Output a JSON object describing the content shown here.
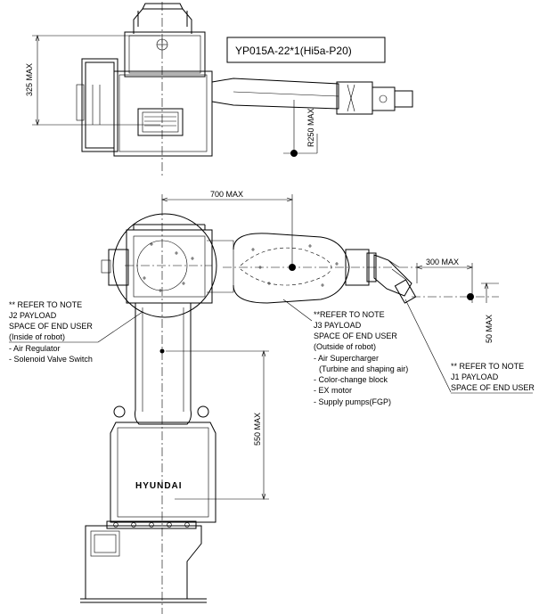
{
  "model_label": "YP015A-22*1(Hi5a-P20)",
  "dimensions": {
    "top_325": "325 MAX",
    "top_r250": "R250 MAX",
    "front_700": "700 MAX",
    "front_300": "300 MAX",
    "front_50": "50 MAX",
    "front_550": "550 MAX"
  },
  "notes": {
    "j2": {
      "lines": [
        "** REFER TO NOTE",
        "J2 PAYLOAD",
        "SPACE OF END USER",
        "(Inside of robot)"
      ],
      "items": [
        "- Air Regulator",
        "- Solenoid Valve Switch"
      ]
    },
    "j3": {
      "lines": [
        "**REFER TO NOTE",
        "J3 PAYLOAD",
        "SPACE OF END USER",
        "(Outside of robot)"
      ],
      "items": [
        "- Air Supercharger",
        "(Turbine and shaping air)",
        "- Color-change block",
        "- EX motor",
        "- Supply pumps(FGP)"
      ]
    },
    "j1": {
      "lines": [
        "** REFER TO NOTE",
        "J1 PAYLOAD",
        "SPACE OF END USER"
      ]
    }
  },
  "brand_logo": "HYUNDAI"
}
